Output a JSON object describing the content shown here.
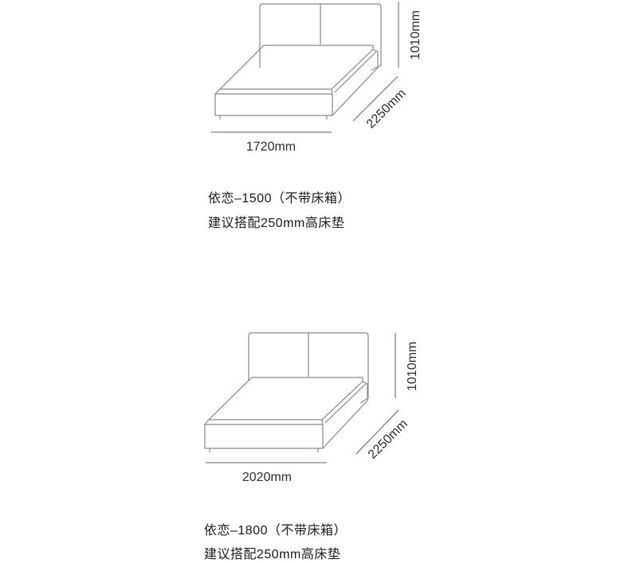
{
  "products": [
    {
      "width_label": "1720mm",
      "depth_label": "2250mm",
      "height_label": "1010mm",
      "name": "依恋–1500（不带床箱）",
      "note": "建议搭配250mm高床垫"
    },
    {
      "width_label": "2020mm",
      "depth_label": "2250mm",
      "height_label": "1010mm",
      "name": "依恋–1800（不带床箱）",
      "note": "建议搭配250mm高床垫"
    }
  ]
}
